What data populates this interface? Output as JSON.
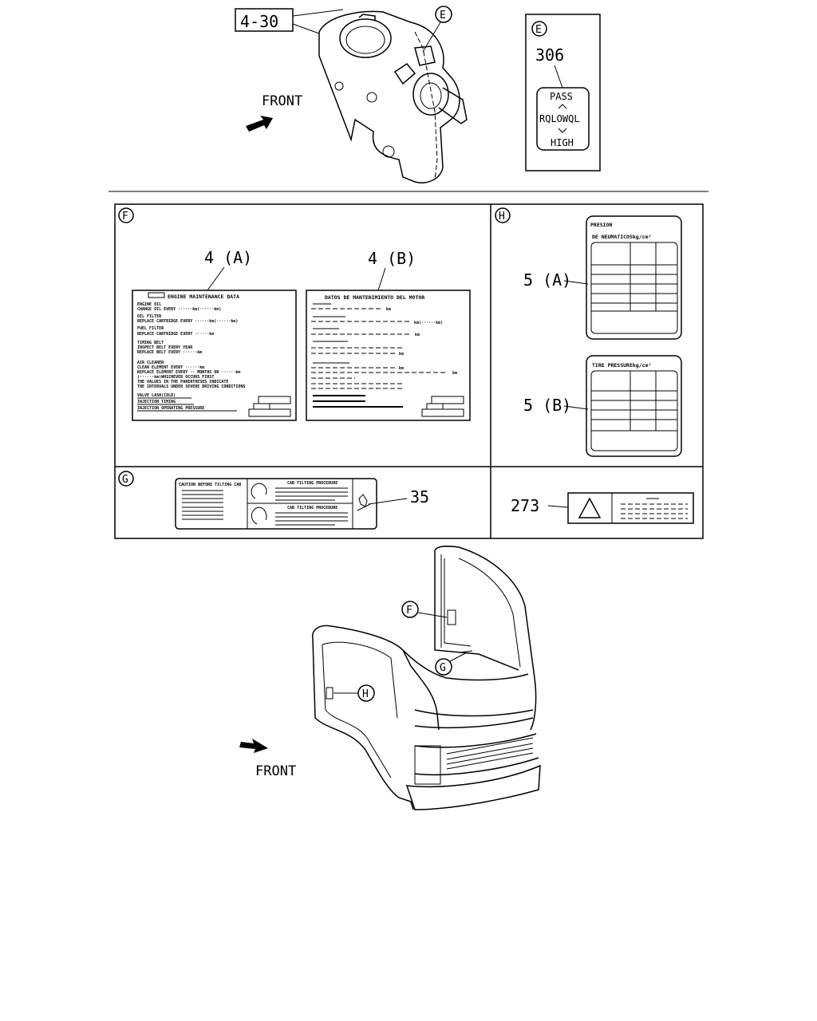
{
  "top": {
    "ref_4_30": "4-30",
    "callout_E": "E",
    "front_label": "FRONT",
    "inset_E": {
      "letter": "E",
      "part_no": "306",
      "switch_pass": "PASS",
      "switch_mid": "RQLOWQL",
      "switch_high": "HIGH"
    }
  },
  "panel_F": {
    "letter": "F",
    "ref_a": "4 (A)",
    "ref_b": "4 (B)",
    "label_a_title": "ENGINE MAINTENANCE DATA",
    "label_a_lines": [
      "ENGINE OIL",
      "CHANGE OIL EVERY ······km(······km)",
      "OIL FILTER",
      "REPLACE CARTRIDGE EVERY ······km(······km)",
      "FUEL FILTER",
      "REPLACE CARTRIDGE EVERY ······km",
      "TIMING BELT",
      "INSPECT BELT EVERY YEAR",
      "REPLACE BELT EVERY ······km",
      "AIR CLEANER",
      "CLEAN ELEMENT EVERY ······km",
      "REPLACE ELEMENT EVERY ·· MONTHS OR ······km",
      "(······km)WHICHEVER OCCURS FIRST",
      "THE VALUES IN THE PARENTHESES INDICATE",
      "THE INTERVALS UNDER SEVERE DRIVING CONDITIONS",
      "VALVE LASH(COLD)",
      "INJECTION TIMING",
      "INJECTION OPERATING PRESSURE"
    ],
    "label_b_title": "DATOS DE MANTENIMIENTO DEL MOTOR",
    "label_b_units": [
      "km",
      "km(······km)",
      "km",
      "km",
      "km",
      "km"
    ]
  },
  "panel_H": {
    "letter": "H",
    "ref_a": "5 (A)",
    "ref_b": "5 (B)",
    "label_a_title_1": "PRESION",
    "label_a_title_2": "DE NEUMATICOSkg/cm²",
    "label_b_title": "TIRE PRESSUREkg/cm²"
  },
  "panel_G": {
    "letter": "G",
    "ref": "35",
    "left_title": "CAUTION BEFORE TILTING CAB",
    "proc_title_1": "CAB TILTING PROCEDURE",
    "proc_title_2": "CAB TILTING PROCEDURE"
  },
  "panel_273": {
    "ref": "273"
  },
  "bottom": {
    "callout_F": "F",
    "callout_G": "G",
    "callout_H": "H",
    "front_label": "FRONT"
  }
}
